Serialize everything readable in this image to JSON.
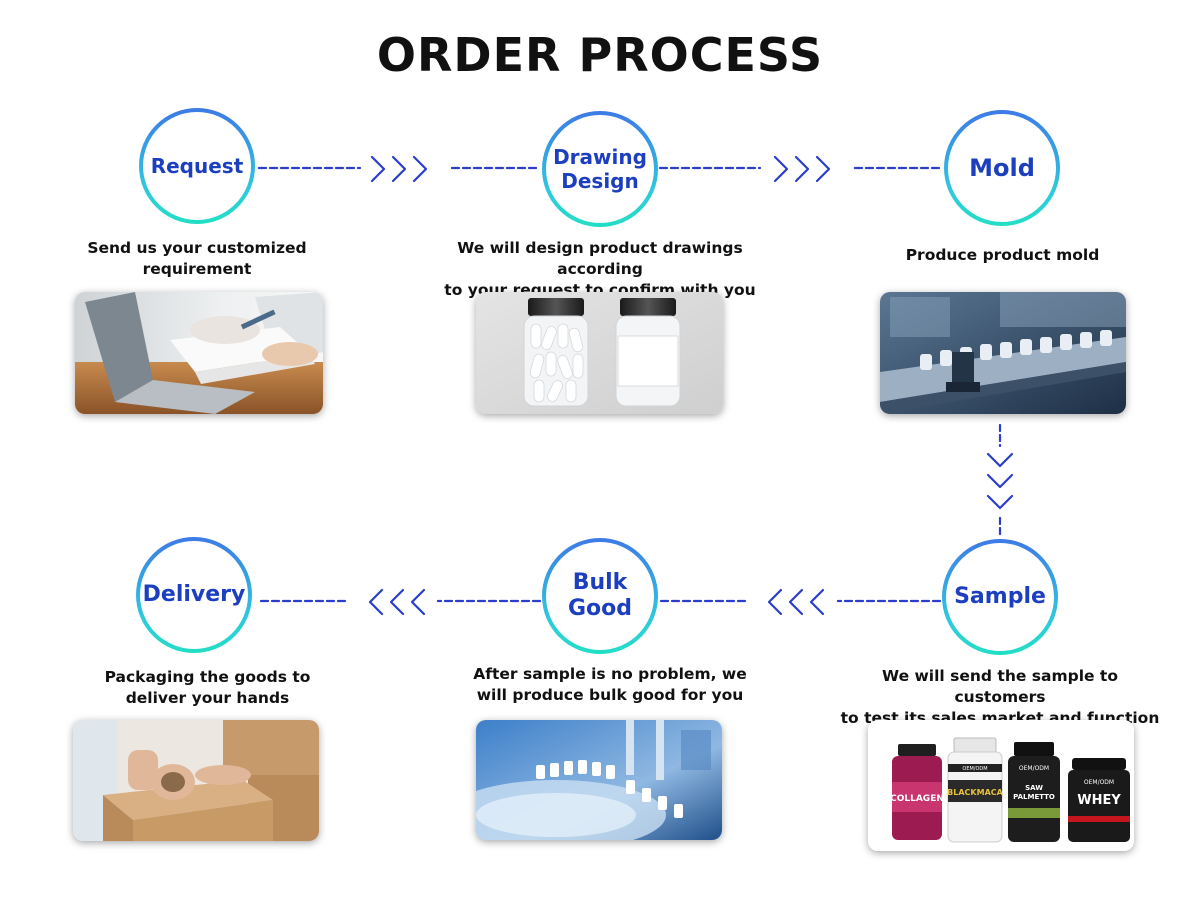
{
  "title": "ORDER PROCESS",
  "colors": {
    "label": "#1c3fbf",
    "connector": "#2a3ecb",
    "ring_top": "#3d7ae6",
    "ring_bottom": "#22dfc4"
  },
  "steps": [
    {
      "label": "Request",
      "description": "Send us your customized\nrequirement",
      "image": "office-laptop-paperwork-photo"
    },
    {
      "label": "Drawing\nDesign",
      "description": "We will design product drawings according\nto your request to confirm with you",
      "image": "capsule-bottles-photo"
    },
    {
      "label": "Mold",
      "description": "Produce product mold",
      "image": "bottle-production-line-photo"
    },
    {
      "label": "Sample",
      "description": "We will send the sample to customers\nto test its sales market and function",
      "image": "supplement-products-photo"
    },
    {
      "label": "Bulk\nGood",
      "description": "After sample is no problem, we\nwill produce bulk good for you",
      "image": "bottle-filling-machine-photo"
    },
    {
      "label": "Delivery",
      "description": "Packaging the goods to\ndeliver your hands",
      "image": "packing-cardboard-box-photo"
    }
  ],
  "product_labels": {
    "p1_brand": "COLLAGEN",
    "p2_brand": "BLACKMACA",
    "p3_tag": "OEM/ODM",
    "p3_brand": "SAW\nPALMETTO",
    "p4_tag": "OEM/ODM",
    "p4_brand": "WHEY",
    "p2_tag": "OEM/ODM"
  }
}
